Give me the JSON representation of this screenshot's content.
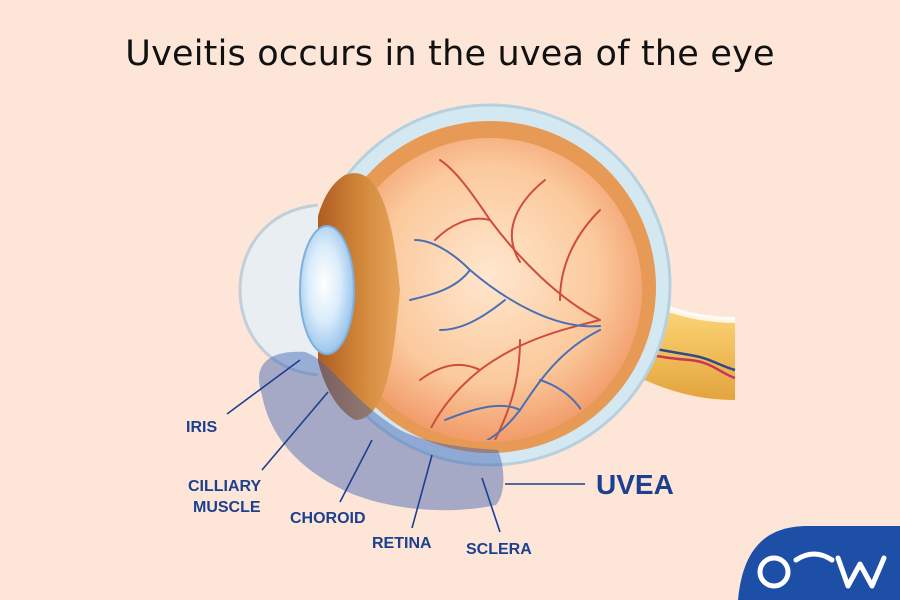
{
  "title": "Uveitis occurs in the uvea of the eye",
  "labels": {
    "iris": "IRIS",
    "ciliary_line1": "CILLIARY",
    "ciliary_line2": "MUSCLE",
    "choroid": "CHOROID",
    "retina": "RETINA",
    "sclera": "SCLERA",
    "uvea": "UVEA"
  },
  "colors": {
    "background": "#fde6d8",
    "label": "#1d3f8f",
    "uvea_highlight": "#3a5fb0",
    "logo_bg": "#1d4fa6"
  },
  "logo": {
    "icon": "brand-logo-ow"
  }
}
